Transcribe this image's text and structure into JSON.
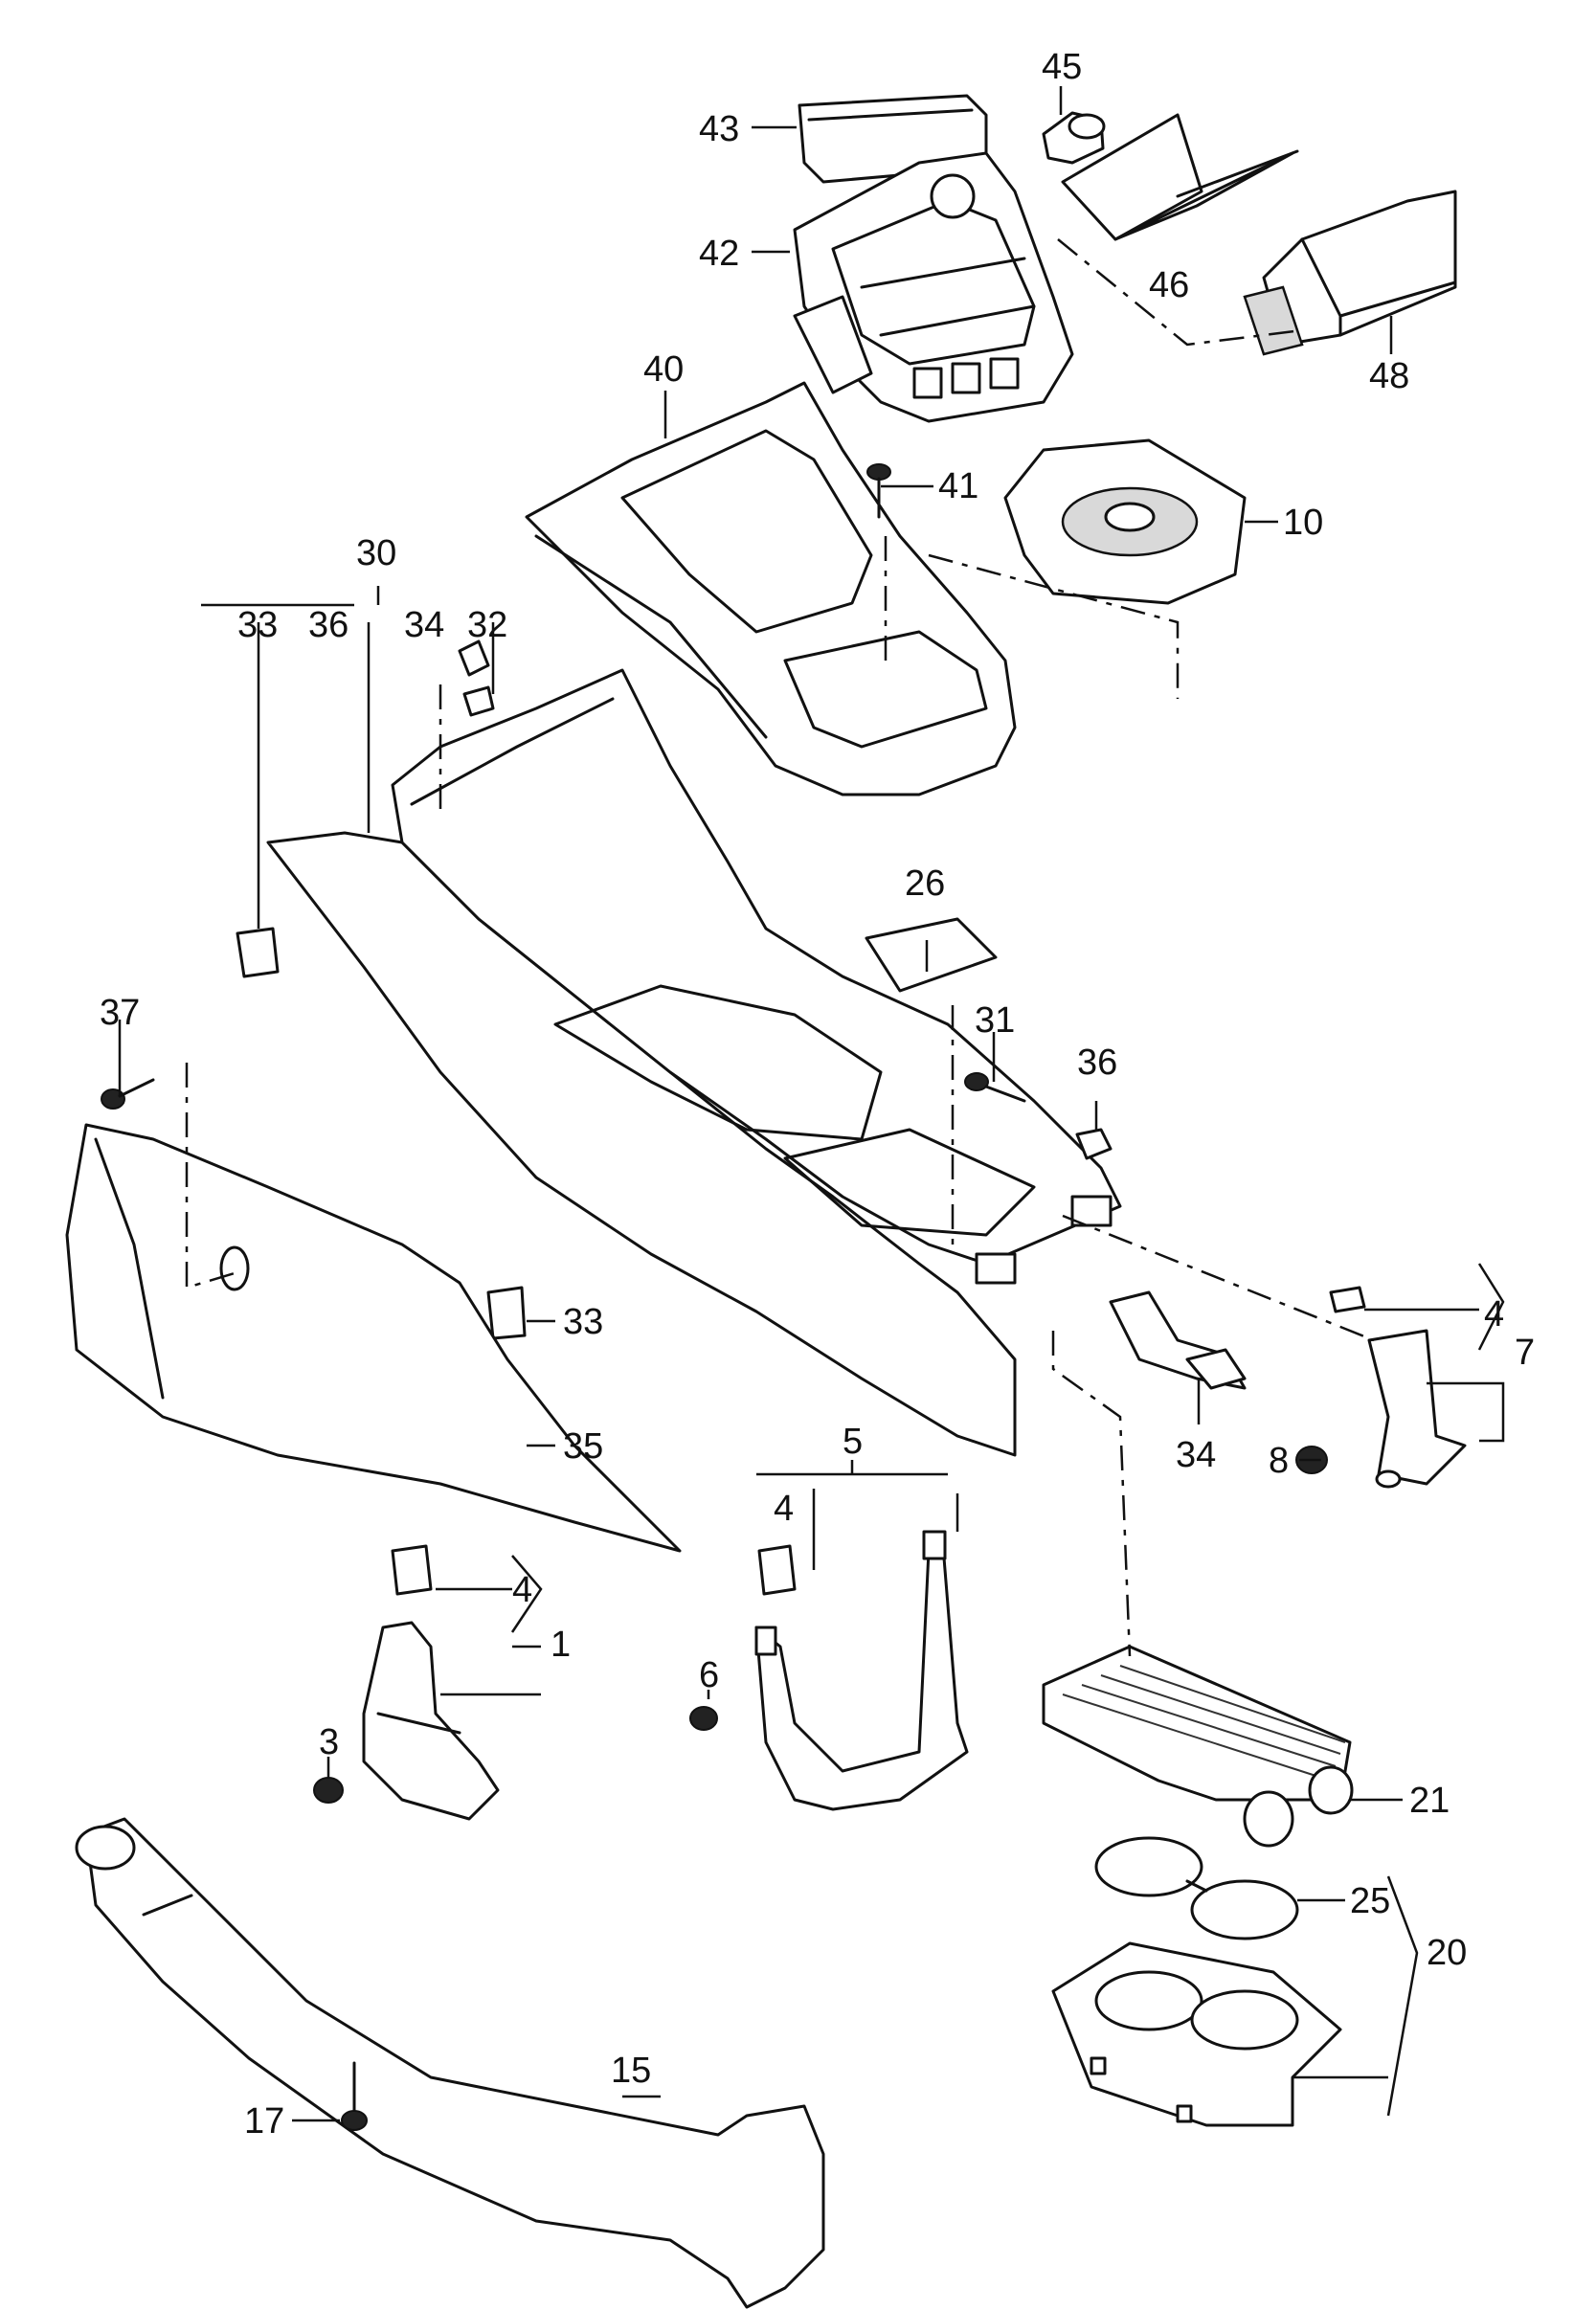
{
  "callouts": {
    "c1": "1",
    "c3": "3",
    "c4a": "4",
    "c4b": "4",
    "c4c": "4",
    "c5": "5",
    "c6": "6",
    "c7": "7",
    "c8": "8",
    "c10": "10",
    "c15": "15",
    "c17": "17",
    "c20": "20",
    "c21": "21",
    "c25": "25",
    "c26": "26",
    "c30": "30",
    "c31": "31",
    "c32": "32",
    "c33a": "33",
    "c33b": "33",
    "c34a": "34",
    "c34b": "34",
    "c35": "35",
    "c36a": "36",
    "c36b": "36",
    "c37": "37",
    "c40": "40",
    "c41": "41",
    "c42": "42",
    "c43": "43",
    "c45": "45",
    "c46": "46",
    "c48": "48"
  },
  "colors": {
    "line": "#111111",
    "background": "#ffffff",
    "shade": "#d9d9d9"
  }
}
